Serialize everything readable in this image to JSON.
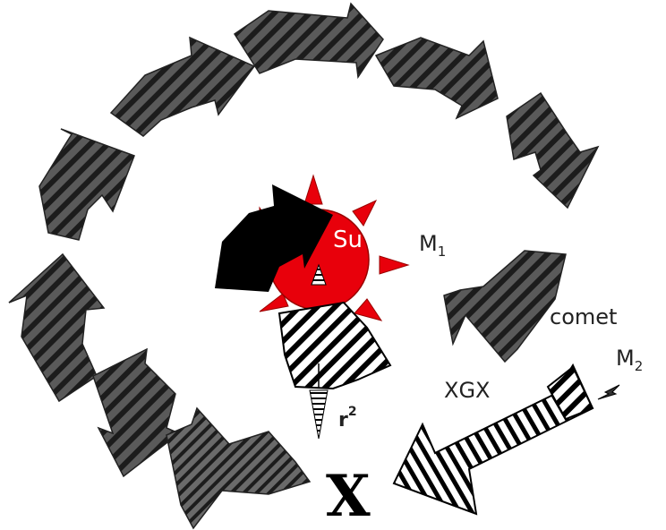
{
  "labels": {
    "sun": "Su",
    "m1_main": "M",
    "m1_sub": "1",
    "comet": "comet",
    "m2_main": "M",
    "m2_sub": "2",
    "xgx": "XGX",
    "r_main": "r",
    "r_sup": "2",
    "x": "X"
  },
  "colors": {
    "arrow_fill": "#5a5a5a",
    "arrow_stripe": "#1a1a1a",
    "sun": "#e8000b",
    "black": "#000000",
    "white": "#ffffff",
    "label": "#222222"
  },
  "legend": null
}
